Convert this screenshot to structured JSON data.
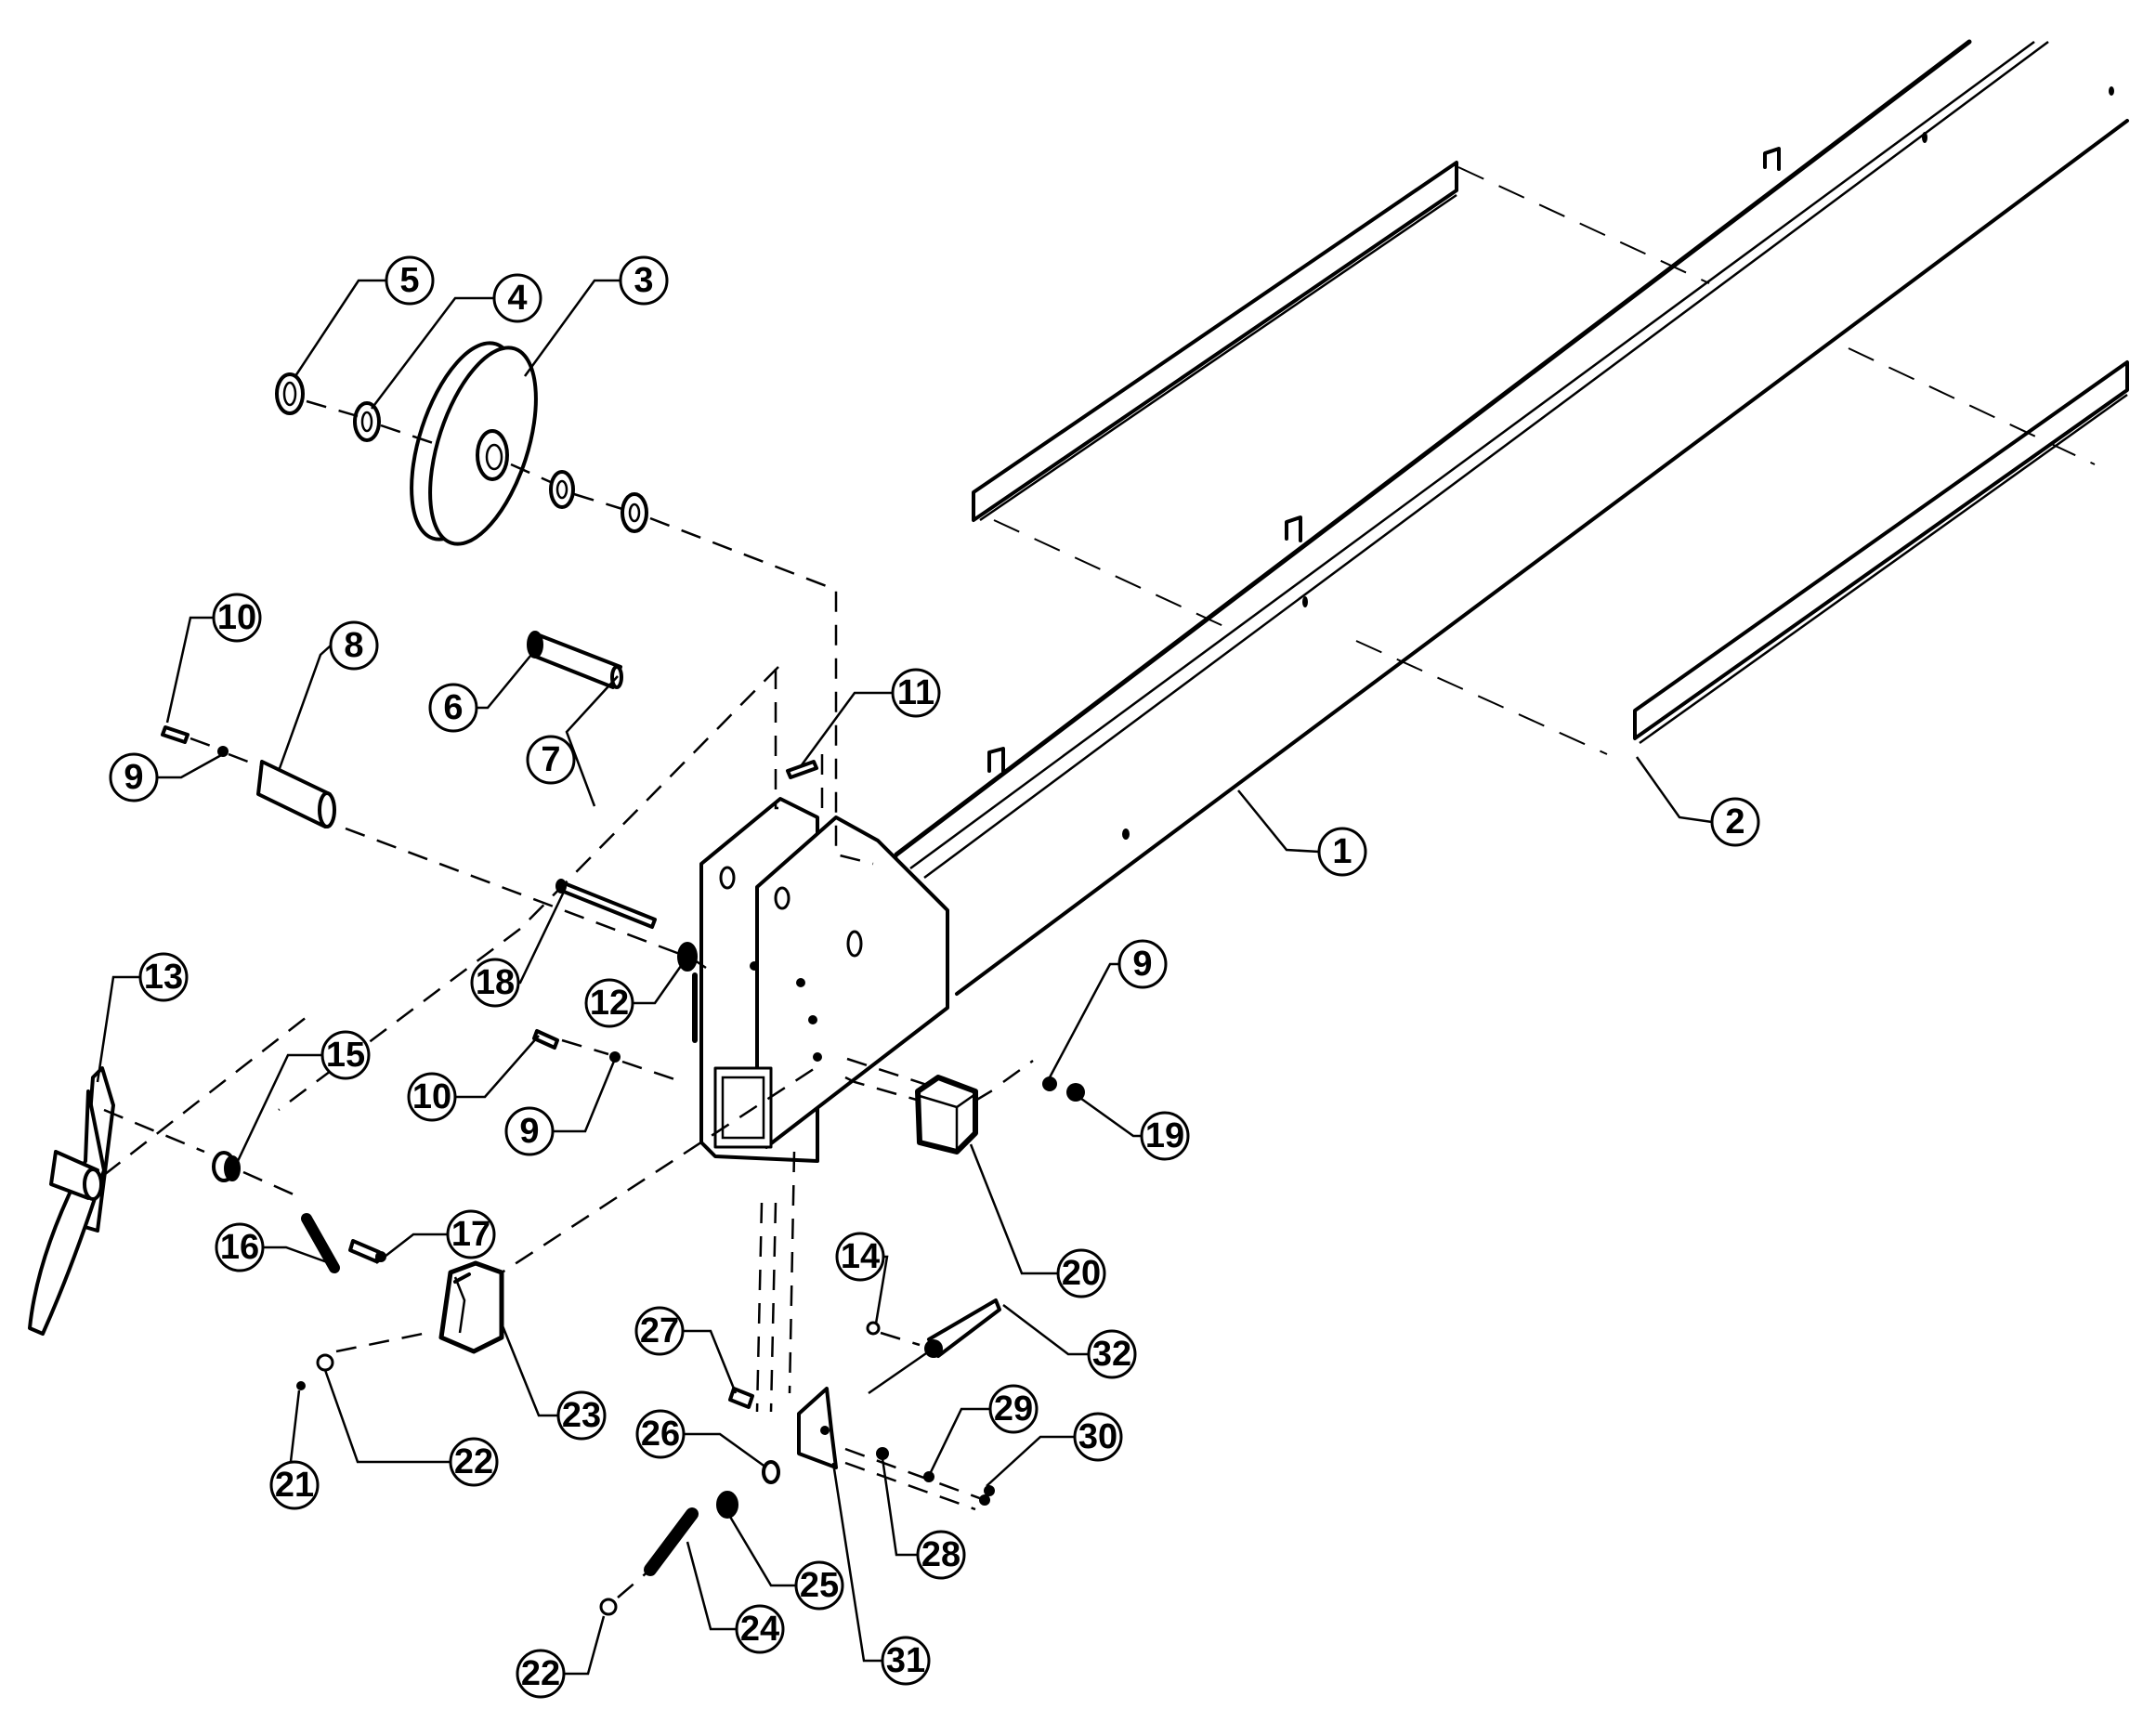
{
  "diagram": {
    "type": "exploded-parts-view",
    "subject": "Beam assembly with pulley, side rails and bracket hardware",
    "colors": {
      "line": "#000000",
      "background": "#ffffff"
    },
    "callouts": [
      {
        "id": "c1",
        "label": "1",
        "part": "main-beam"
      },
      {
        "id": "c2",
        "label": "2",
        "part": "side-rail-right"
      },
      {
        "id": "c3",
        "label": "3",
        "part": "pulley-wheel"
      },
      {
        "id": "c4",
        "label": "4",
        "part": "washer"
      },
      {
        "id": "c5",
        "label": "5",
        "part": "bearing"
      },
      {
        "id": "c6",
        "label": "6",
        "part": "pulley-axle"
      },
      {
        "id": "c7",
        "label": "7",
        "part": "axle-pin"
      },
      {
        "id": "c8",
        "label": "8",
        "part": "roller-sleeve"
      },
      {
        "id": "c9a",
        "label": "9",
        "part": "nut"
      },
      {
        "id": "c10a",
        "label": "10",
        "part": "bolt"
      },
      {
        "id": "c11",
        "label": "11",
        "part": "top-bolt"
      },
      {
        "id": "c12",
        "label": "12",
        "part": "rod-washer"
      },
      {
        "id": "c13",
        "label": "13",
        "part": "crank-handle"
      },
      {
        "id": "c14",
        "label": "14",
        "part": "cotter-clip"
      },
      {
        "id": "c15",
        "label": "15",
        "part": "bushing"
      },
      {
        "id": "c16",
        "label": "16",
        "part": "spring"
      },
      {
        "id": "c17",
        "label": "17",
        "part": "handle-pin"
      },
      {
        "id": "c18",
        "label": "18",
        "part": "long-rod"
      },
      {
        "id": "c9b",
        "label": "9",
        "part": "nut"
      },
      {
        "id": "c19",
        "label": "19",
        "part": "cap-nut"
      },
      {
        "id": "c20",
        "label": "20",
        "part": "end-cap"
      },
      {
        "id": "c10b",
        "label": "10",
        "part": "bolt"
      },
      {
        "id": "c9c",
        "label": "9",
        "part": "nut"
      },
      {
        "id": "c21",
        "label": "21",
        "part": "small-nut"
      },
      {
        "id": "c22a",
        "label": "22",
        "part": "washer"
      },
      {
        "id": "c23",
        "label": "23",
        "part": "clamp-block"
      },
      {
        "id": "c24",
        "label": "24",
        "part": "threaded-stud"
      },
      {
        "id": "c25",
        "label": "25",
        "part": "hex-nut"
      },
      {
        "id": "c22b",
        "label": "22",
        "part": "washer"
      },
      {
        "id": "c26",
        "label": "26",
        "part": "lock-washer"
      },
      {
        "id": "c27",
        "label": "27",
        "part": "bracket-bolt"
      },
      {
        "id": "c28",
        "label": "28",
        "part": "pivot-bolt"
      },
      {
        "id": "c29",
        "label": "29",
        "part": "washer"
      },
      {
        "id": "c30",
        "label": "30",
        "part": "nut"
      },
      {
        "id": "c31",
        "label": "31",
        "part": "angle-bracket"
      },
      {
        "id": "c32",
        "label": "32",
        "part": "pin-shaft"
      }
    ]
  }
}
